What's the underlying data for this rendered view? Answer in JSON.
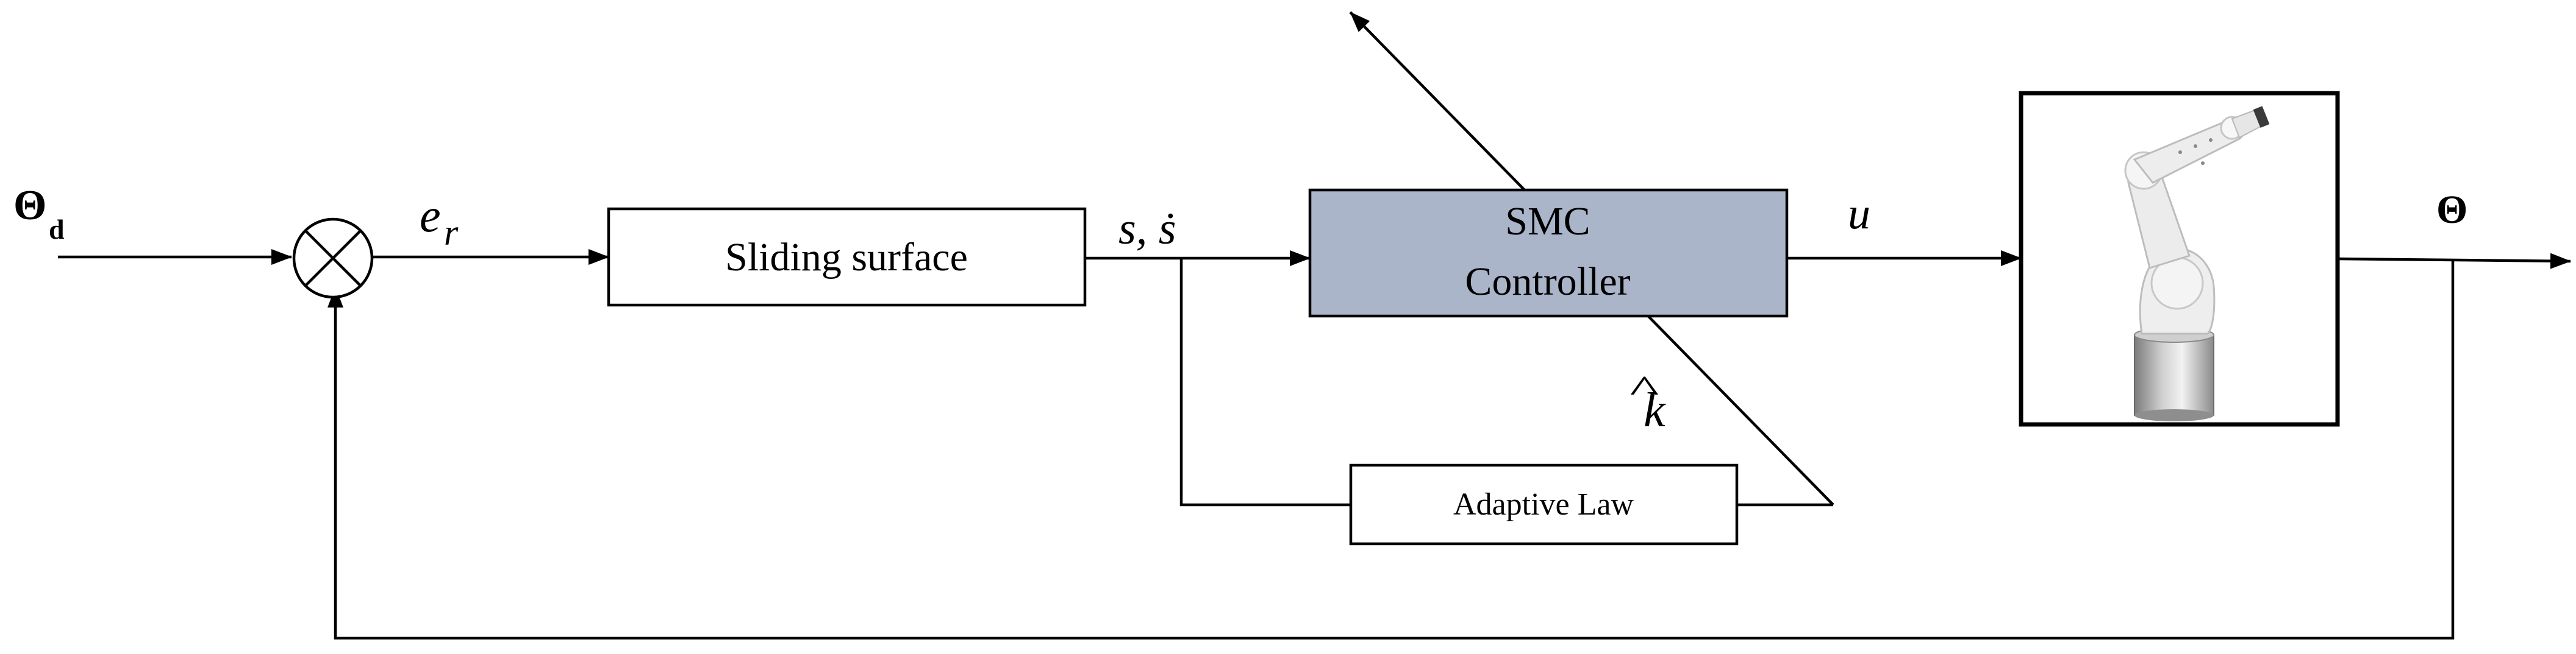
{
  "diagram": {
    "input_label": "Θ",
    "input_subscript": "d",
    "error_label": "e",
    "error_subscript": "r",
    "sliding_block": "Sliding surface",
    "sliding_output": "s, ṡ",
    "controller_line1": "SMC",
    "controller_line2": "Controller",
    "control_signal": "u",
    "adaptive_block": "Adaptive Law",
    "gain_estimate": "k",
    "gain_hat": "^",
    "output_label": "Θ",
    "colors": {
      "controller_fill": "#aab5c9",
      "line": "#000000",
      "robot_body": "#e9e9e9",
      "robot_base": "#9a9a9a"
    }
  }
}
